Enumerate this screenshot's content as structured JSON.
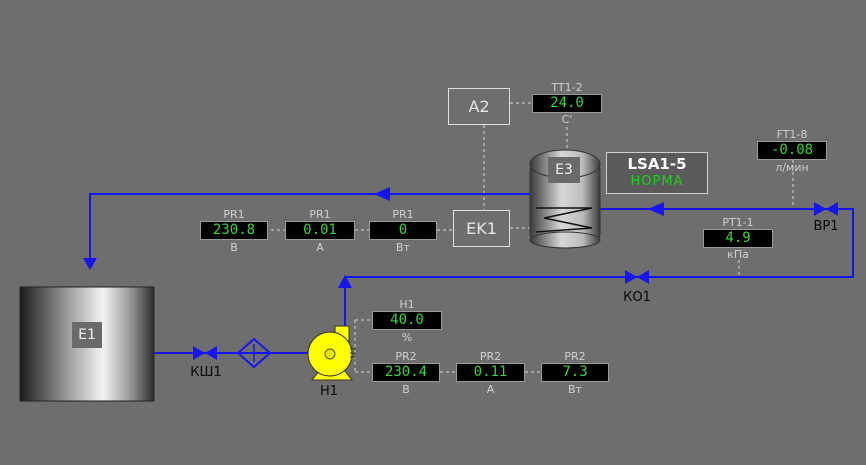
{
  "colors": {
    "background": "#6e6e6e",
    "pipe": "#1515f0",
    "display_bg": "#000000",
    "display_text": "#39d53a",
    "pump": "#ffff00",
    "status_ok": "#1fd11f"
  },
  "equipment": {
    "tank_e1": "E1",
    "vessel_e3": "E3",
    "heater_ek1": "EK1",
    "block_a2": "A2",
    "pump_h1": "H1",
    "valve_ksh1": "КШ1",
    "valve_ko1": "КО1",
    "valve_vr1": "ВР1"
  },
  "alarm": {
    "tag": "LSA1-5",
    "status": "НОРМА"
  },
  "sensors": {
    "tt1_2": {
      "tag": "TT1-2",
      "value": "24.0",
      "unit": "C'"
    },
    "ft1_8": {
      "tag": "FT1-8",
      "value": "-0.08",
      "unit": "л/мин"
    },
    "pt1_1": {
      "tag": "PT1-1",
      "value": "4.9",
      "unit": "кПа"
    },
    "pr1_v": {
      "tag": "PR1",
      "value": "230.8",
      "unit": "В"
    },
    "pr1_a": {
      "tag": "PR1",
      "value": "0.01",
      "unit": "А"
    },
    "pr1_w": {
      "tag": "PR1",
      "value": "0",
      "unit": "Вт"
    },
    "h1_pct": {
      "tag": "H1",
      "value": "40.0",
      "unit": "%"
    },
    "pr2_v": {
      "tag": "PR2",
      "value": "230.4",
      "unit": "В"
    },
    "pr2_a": {
      "tag": "PR2",
      "value": "0.11",
      "unit": "А"
    },
    "pr2_w": {
      "tag": "PR2",
      "value": "7.3",
      "unit": "Вт"
    }
  }
}
